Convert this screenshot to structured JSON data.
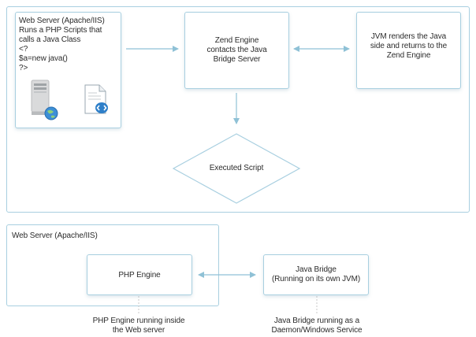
{
  "top": {
    "web_server_box": {
      "lines": [
        "Web Server (Apache/IIS)",
        "Runs a PHP Scripts that",
        "calls a Java Class",
        "<?",
        "$a=new java()",
        "?>"
      ]
    },
    "zend_box": {
      "lines": [
        "Zend Engine",
        "contacts the Java",
        "Bridge Server"
      ]
    },
    "jvm_box": {
      "lines": [
        "JVM renders the Java",
        "side and returns to the",
        "Zend Engine"
      ]
    },
    "executed": {
      "label": "Executed Script"
    }
  },
  "bottom": {
    "container_title": "Web Server (Apache/IIS)",
    "php_engine": {
      "label": "PHP Engine"
    },
    "java_bridge": {
      "lines": [
        "Java Bridge",
        "(Running on its own JVM)"
      ]
    },
    "php_caption": {
      "lines": [
        "PHP Engine running inside",
        "the Web server"
      ]
    },
    "bridge_caption": {
      "lines": [
        "Java Bridge running as a",
        "Daemon/Windows Service"
      ]
    }
  },
  "colors": {
    "border": "#a8cfe0",
    "arrow": "#8fc1d6",
    "text": "#2b2b2b"
  },
  "icons": [
    "server-icon",
    "globe-icon",
    "document-icon",
    "code-brackets-icon"
  ]
}
